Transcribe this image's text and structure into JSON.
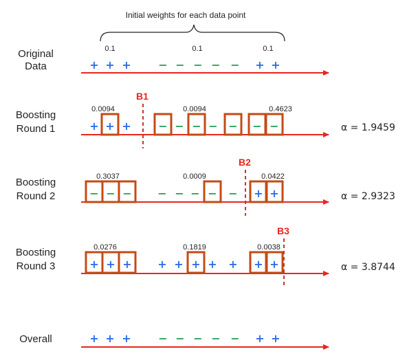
{
  "header": {
    "title": "Initial weights for each data point"
  },
  "colors": {
    "plus": "#2f6ee6",
    "minus": "#2ca25f",
    "arrow": "#e8251f",
    "box": "#c44a14",
    "boundary": "#c0392b",
    "boundary_label": "#e8251f"
  },
  "rows": [
    {
      "label": [
        "Original",
        "Data"
      ],
      "points": [
        "+",
        "+",
        "+",
        "-",
        "-",
        "-",
        "-",
        "-",
        "+",
        "+"
      ],
      "boxed": [
        false,
        false,
        false,
        false,
        false,
        false,
        false,
        false,
        false,
        false
      ],
      "weights": [
        "0.1",
        "0.1",
        "0.1"
      ],
      "alpha": "",
      "boundary": ""
    },
    {
      "label": [
        "Boosting",
        "Round 1"
      ],
      "points": [
        "+",
        "+",
        "+",
        "-",
        "-",
        "-",
        "-",
        "-",
        "-",
        "-"
      ],
      "boxed": [
        false,
        true,
        false,
        true,
        false,
        true,
        false,
        true,
        true,
        true
      ],
      "weights": [
        "0.0094",
        "0.0094",
        "0.4623"
      ],
      "alpha": "α = 1.9459",
      "boundary": "B1"
    },
    {
      "label": [
        "Boosting",
        "Round 2"
      ],
      "points": [
        "-",
        "-",
        "-",
        "-",
        "-",
        "-",
        "-",
        "-",
        "+",
        "+"
      ],
      "boxed": [
        true,
        true,
        true,
        false,
        false,
        false,
        true,
        false,
        true,
        true
      ],
      "weights": [
        "0.3037",
        "0.0009",
        "0.0422"
      ],
      "alpha": "α = 2.9323",
      "boundary": "B2"
    },
    {
      "label": [
        "Boosting",
        "Round 3"
      ],
      "points": [
        "+",
        "+",
        "+",
        "+",
        "+",
        "+",
        "+",
        "+",
        "+",
        "+"
      ],
      "boxed": [
        true,
        true,
        true,
        false,
        false,
        true,
        false,
        false,
        true,
        true
      ],
      "weights": [
        "0.0276",
        "0.1819",
        "0.0038"
      ],
      "alpha": "α = 3.8744",
      "boundary": "B3"
    },
    {
      "label": [
        "Overall"
      ],
      "points": [
        "+",
        "+",
        "+",
        "-",
        "-",
        "-",
        "-",
        "-",
        "+",
        "+"
      ],
      "boxed": [
        false,
        false,
        false,
        false,
        false,
        false,
        false,
        false,
        false,
        false
      ],
      "weights": [],
      "alpha": "",
      "boundary": ""
    }
  ]
}
